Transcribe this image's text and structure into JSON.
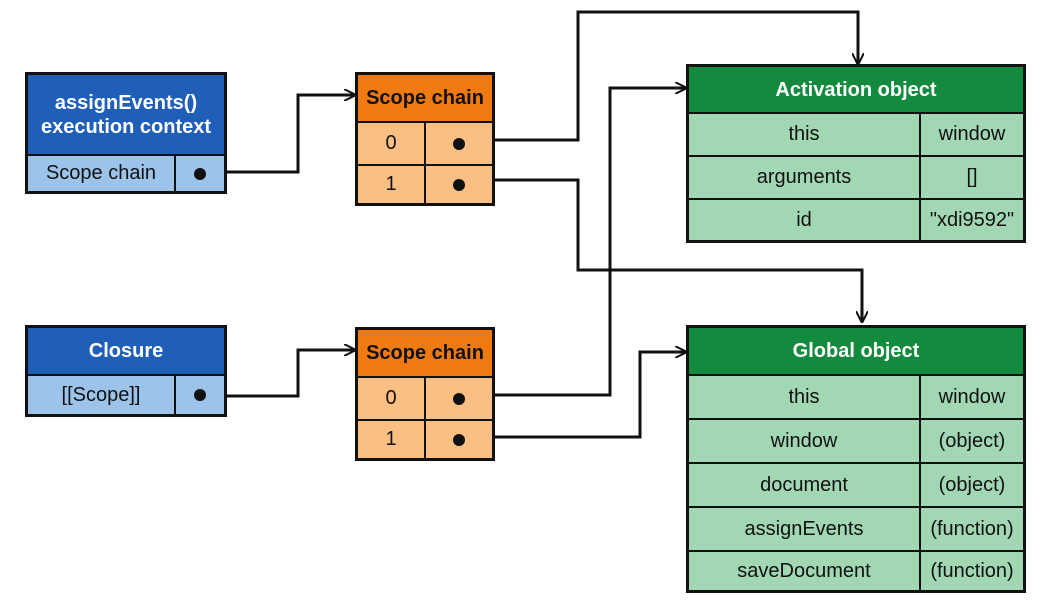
{
  "execution_context": {
    "title_line1": "assignEvents()",
    "title_line2": "execution context",
    "row_label": "Scope chain"
  },
  "closure": {
    "title": "Closure",
    "row_label": "[[Scope]]"
  },
  "scope_chain_top": {
    "title": "Scope chain",
    "rows": [
      "0",
      "1"
    ]
  },
  "scope_chain_bottom": {
    "title": "Scope chain",
    "rows": [
      "0",
      "1"
    ]
  },
  "activation_object": {
    "title": "Activation object",
    "rows": [
      {
        "name": "this",
        "value": "window"
      },
      {
        "name": "arguments",
        "value": "[]"
      },
      {
        "name": "id",
        "value": "\"xdi9592\""
      }
    ]
  },
  "global_object": {
    "title": "Global object",
    "rows": [
      {
        "name": "this",
        "value": "window"
      },
      {
        "name": "window",
        "value": "(object)"
      },
      {
        "name": "document",
        "value": "(object)"
      },
      {
        "name": "assignEvents",
        "value": "(function)"
      },
      {
        "name": "saveDocument",
        "value": "(function)"
      }
    ]
  },
  "colors": {
    "context_header": "#1f5fb8",
    "context_row": "#9cc3ea",
    "scope_header": "#f07a12",
    "scope_row": "#fbbf84",
    "object_header": "#148a3e",
    "object_row": "#a2d7b4"
  }
}
